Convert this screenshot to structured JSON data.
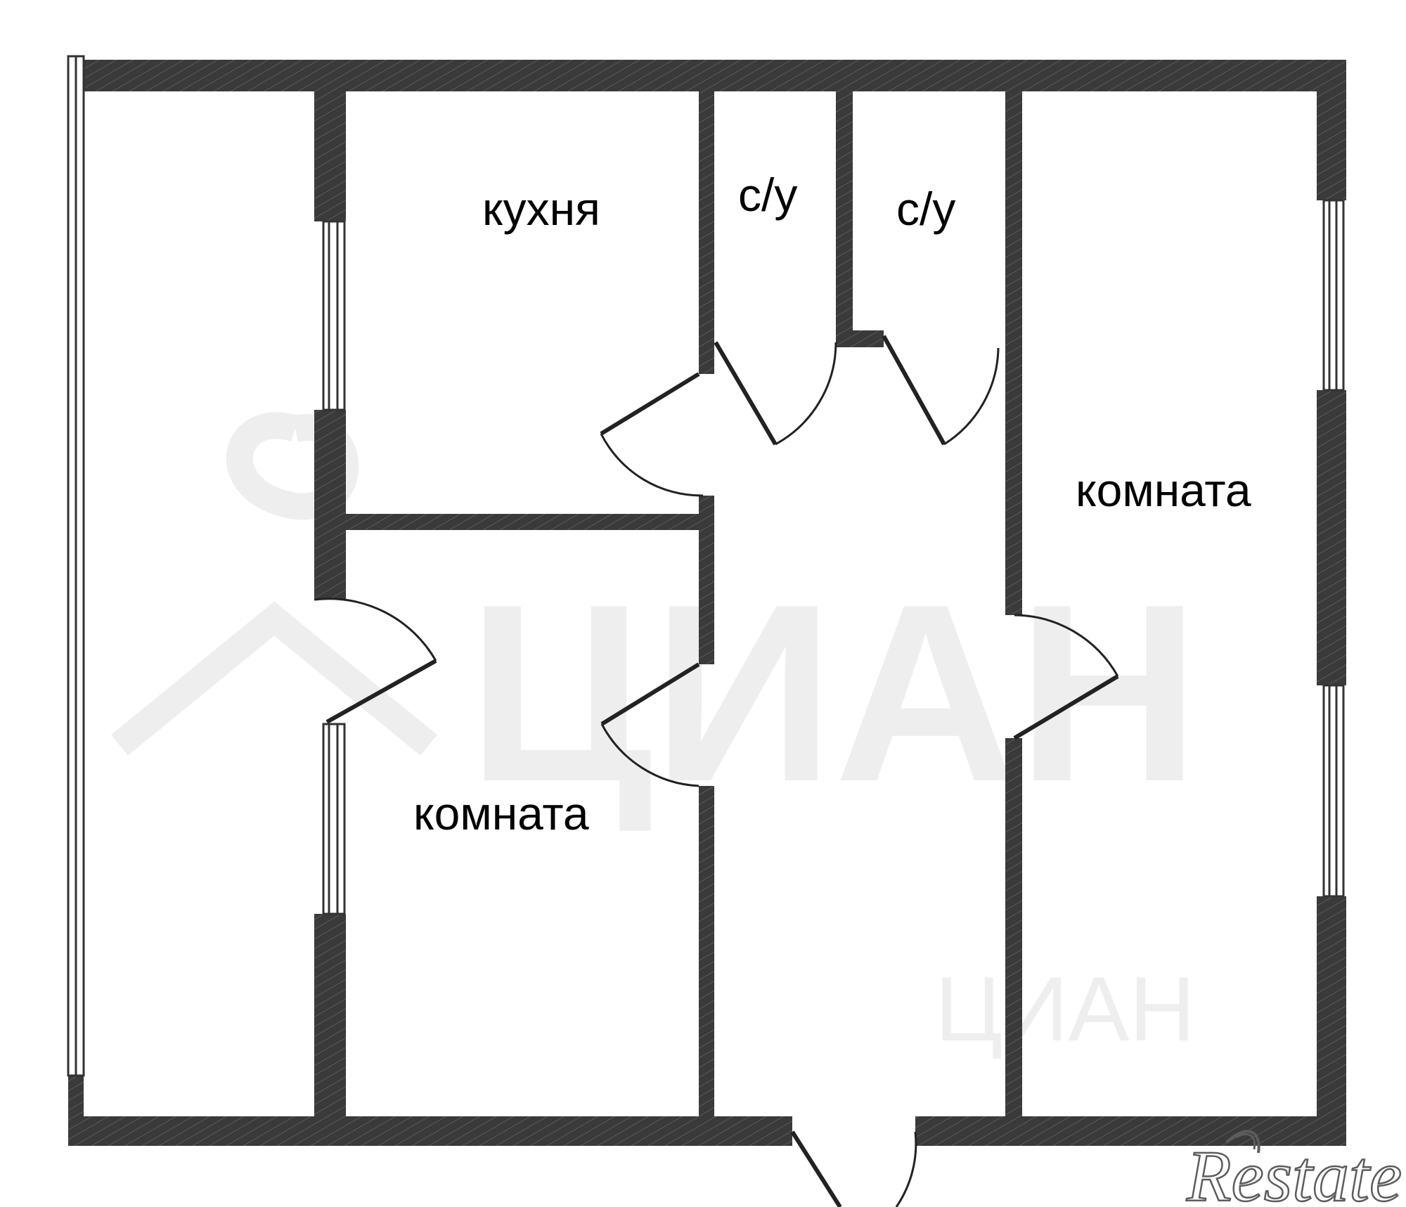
{
  "colors": {
    "wall": "#3a3a3a",
    "wall_hatch": "#5a5a5a",
    "window_frame": "#333333",
    "door_line": "#222222",
    "watermark": "#eeeeee",
    "background": "#ffffff"
  },
  "rooms": [
    {
      "id": "kitchen",
      "label": "кухня"
    },
    {
      "id": "bathroom-1",
      "label": "с/у"
    },
    {
      "id": "bathroom-2",
      "label": "с/у"
    },
    {
      "id": "room-right",
      "label": "комната"
    },
    {
      "id": "room-left",
      "label": "комната"
    }
  ],
  "watermark": {
    "text_large": "ЦИАН",
    "text_small": "ЦИАН"
  },
  "logo": {
    "text": "Restate"
  }
}
